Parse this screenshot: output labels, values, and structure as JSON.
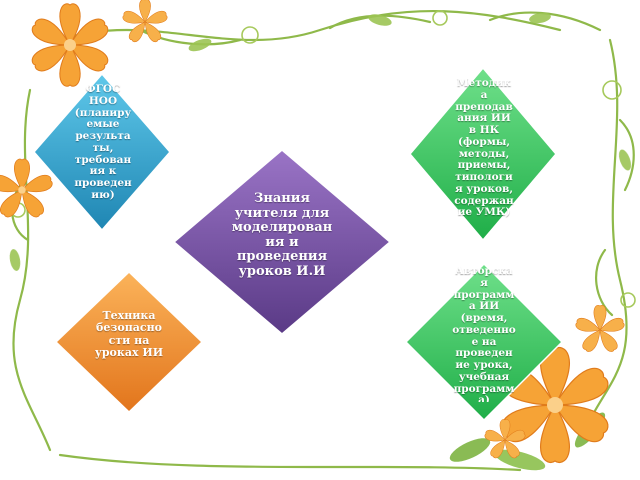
{
  "nodes": [
    {
      "id": "fgos",
      "text": "ФГОС НОО (планируемые результаты, требования к проведению)",
      "color": "#2a9cc4"
    },
    {
      "id": "metodika",
      "text": "Методика преподавания ИИ в НК (формы, методы, приемы, типология уроков, содержание УМК)",
      "color": "#2ec35a"
    },
    {
      "id": "center",
      "text": "Знания учителя для моделирования и проведения уроков И.И",
      "color": "#6e4a9c"
    },
    {
      "id": "tehnika",
      "text": "Техника безопасности на уроках ИИ",
      "color": "#f08a2a"
    },
    {
      "id": "avtorskaya",
      "text": "Авторская программа ИИ (время, отведенное на проведение урока, учебная программа)",
      "color": "#2ec35a"
    }
  ],
  "colors": {
    "vine": "#8fb94a",
    "flower_orange": "#f6a336",
    "flower_light": "#fbd08a"
  }
}
